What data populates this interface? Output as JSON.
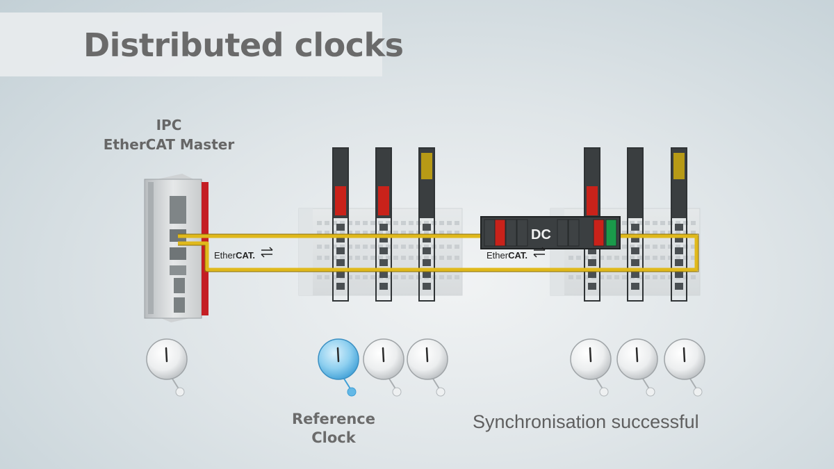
{
  "title": "Distributed clocks",
  "ipc": {
    "line1": "IPC",
    "line2": "EtherCAT Master"
  },
  "ethercat_logos": [
    {
      "text_a": "Ether",
      "text_b": "CAT."
    },
    {
      "text_a": "Ether",
      "text_b": "CAT."
    }
  ],
  "dc_label": "DC",
  "reference_clock": {
    "line1": "Reference",
    "line2": "Clock"
  },
  "status_text": "Synchronisation successful",
  "colors": {
    "cable": "#e0b91c",
    "led_red": "#c9221a",
    "led_yellow": "#b79a16",
    "led_green": "#1a9a4a",
    "reference_clock": "#63b8e6",
    "title_text": "#6a6a6a"
  },
  "terminals": [
    {
      "group": 1,
      "led": "red"
    },
    {
      "group": 1,
      "led": "red"
    },
    {
      "group": 1,
      "led": "yellow"
    },
    {
      "group": 2,
      "led": "red"
    },
    {
      "group": 2,
      "led": "off"
    },
    {
      "group": 2,
      "led": "yellow"
    }
  ],
  "clocks": [
    {
      "role": "master"
    },
    {
      "role": "reference"
    },
    {
      "role": "slave"
    },
    {
      "role": "slave"
    },
    {
      "role": "slave"
    },
    {
      "role": "slave"
    },
    {
      "role": "slave"
    }
  ],
  "dc_register_cells": [
    "off",
    "red",
    "off",
    "off",
    "off",
    "off",
    "red",
    "green"
  ]
}
